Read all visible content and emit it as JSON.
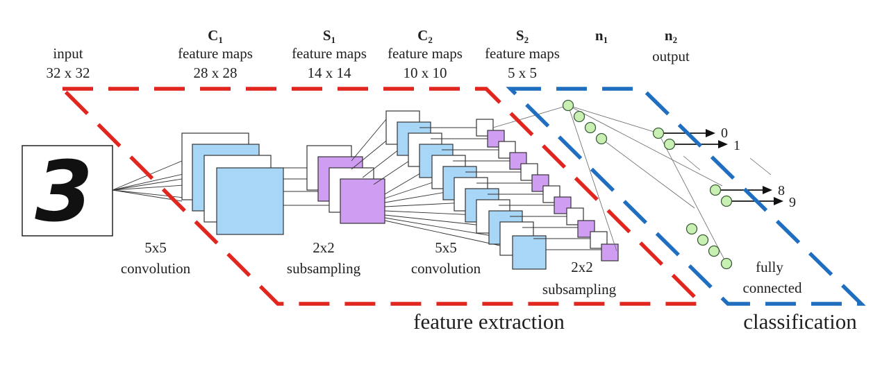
{
  "headers": {
    "input": {
      "line1": "input",
      "line2": "32 x 32"
    },
    "c1": {
      "letter": "C",
      "index": "1",
      "line2": "feature maps",
      "line3": "28 x 28"
    },
    "s1": {
      "letter": "S",
      "index": "1",
      "line2": "feature maps",
      "line3": "14 x 14"
    },
    "c2": {
      "letter": "C",
      "index": "2",
      "line2": "feature maps",
      "line3": "10 x 10"
    },
    "s2": {
      "letter": "S",
      "index": "2",
      "line2": "feature maps",
      "line3": "5 x 5"
    },
    "n1": {
      "letter": "n",
      "index": "1"
    },
    "n2": {
      "letter": "n",
      "index": "2",
      "line2": "output"
    }
  },
  "input_digit": "3",
  "operations": {
    "conv1": {
      "line1": "5x5",
      "line2": "convolution"
    },
    "sub1": {
      "line1": "2x2",
      "line2": "subsampling"
    },
    "conv2": {
      "line1": "5x5",
      "line2": "convolution"
    },
    "sub2": {
      "line1": "2x2",
      "line2": "subsampling"
    },
    "fc": {
      "line1": "fully",
      "line2": "connected"
    }
  },
  "output_labels": [
    "0",
    "1",
    "8",
    "9"
  ],
  "regions": {
    "feature_extraction": "feature extraction",
    "classification": "classification"
  },
  "colors": {
    "feature_extraction_border": "#e0261f",
    "classification_border": "#1f6ec0",
    "c_maps": "#a8d6f7",
    "s_maps": "#cf9ef2",
    "neurons": "#c8f0b2"
  }
}
